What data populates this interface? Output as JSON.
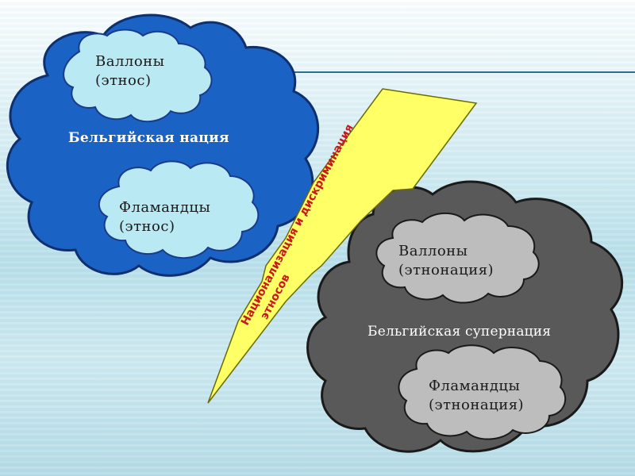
{
  "diagram": {
    "nation": {
      "label": "Бельгийская нация",
      "walloons": {
        "line1": "Валлоны",
        "line2": "(этнос)"
      },
      "flemish": {
        "line1": "Фламандцы",
        "line2": "(этнос)"
      },
      "fill_color": "#1a63c4",
      "inner_color": "#b9e9f2"
    },
    "supernation": {
      "label": "Бельгийская супернация",
      "walloons": {
        "line1": "Валлоны",
        "line2": "(этнонация)"
      },
      "flemish": {
        "line1": "Фламандцы",
        "line2": "(этнонация)"
      },
      "fill_color": "#595959",
      "inner_color": "#bdbdbd"
    },
    "bolt": {
      "line1": "Национализация и дискриминация",
      "line2": "этносов",
      "fill_color": "#ffff66",
      "text_color": "#c81a1a"
    }
  }
}
